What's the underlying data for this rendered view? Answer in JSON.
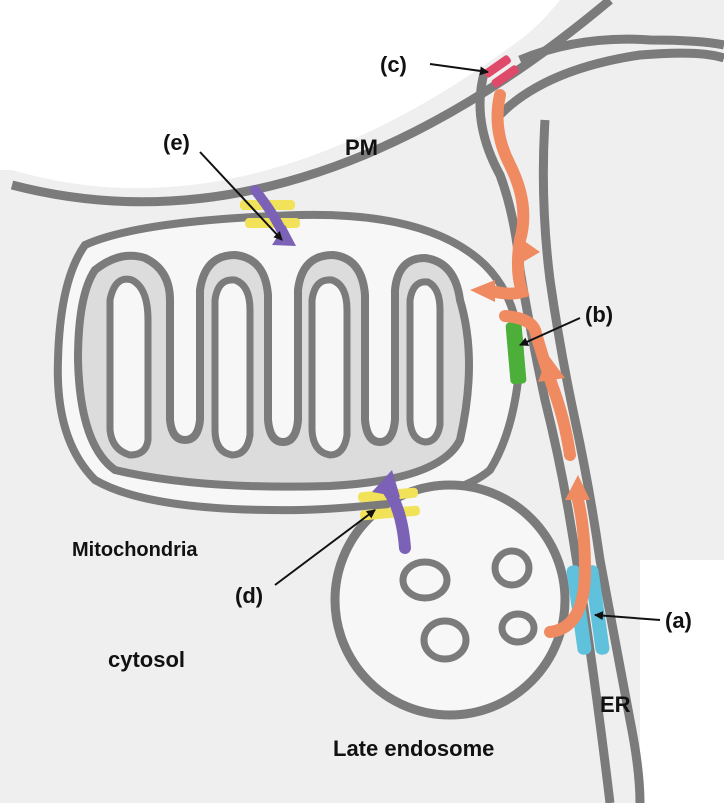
{
  "labels": {
    "pm": "PM",
    "mitochondria": "Mitochondria",
    "cytosol": "cytosol",
    "late_endosome": "Late endosome",
    "er": "ER",
    "a": "(a)",
    "b": "(b)",
    "c": "(c)",
    "d": "(d)",
    "e": "(e)"
  },
  "colors": {
    "membrane": "#7b7b7b",
    "cytosol_fill": "#efefef",
    "lumen_fill": "#dcdcdc",
    "transport_arrow": "#f08a60",
    "tether_d_e": "#f1e25a",
    "tether_a": "#5fc1dc",
    "tether_b": "#4caf3a",
    "tether_c": "#e04a6a",
    "import_arrow": "#7b62b6"
  },
  "icons": [
    "orange-transport-arrow",
    "purple-import-arrow",
    "tether-bar"
  ]
}
